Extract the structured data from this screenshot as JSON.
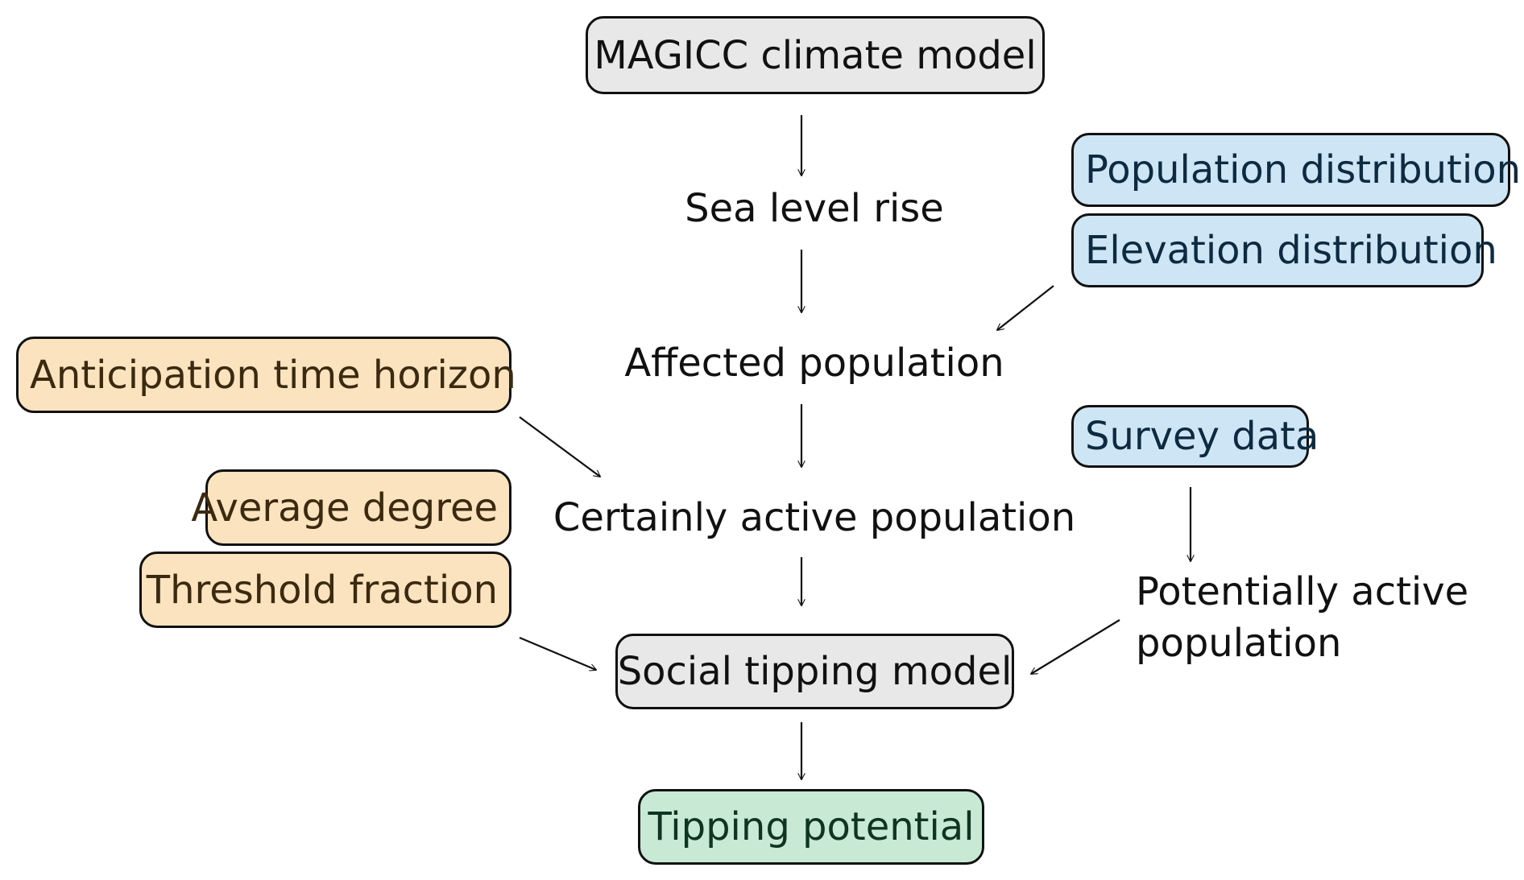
{
  "colors": {
    "model_fill": "#e8e8e8",
    "data_fill": "#cde5f5",
    "parameter_fill": "#fbe3bf",
    "result_fill": "#c8ead5",
    "data_text": "#0d2a40",
    "parameter_text": "#3b2a10",
    "result_text": "#0f3420",
    "model_text": "#111111",
    "stroke": "#111111"
  },
  "nodes": {
    "magicc": "MAGICC climate model",
    "sea_level_rise": "Sea level rise",
    "affected_population": "Affected population",
    "certainly_active_population": "Certainly active population",
    "social_tipping_model": "Social tipping model",
    "tipping_potential": "Tipping potential",
    "population_distribution": "Population distribution",
    "elevation_distribution": "Elevation distribution",
    "survey_data": "Survey data",
    "potentially_active_line1": "Potentially active",
    "potentially_active_line2": "population",
    "anticipation_time_horizon": "Anticipation time horizon",
    "average_degree": "Average degree",
    "threshold_fraction": "Threshold fraction"
  }
}
